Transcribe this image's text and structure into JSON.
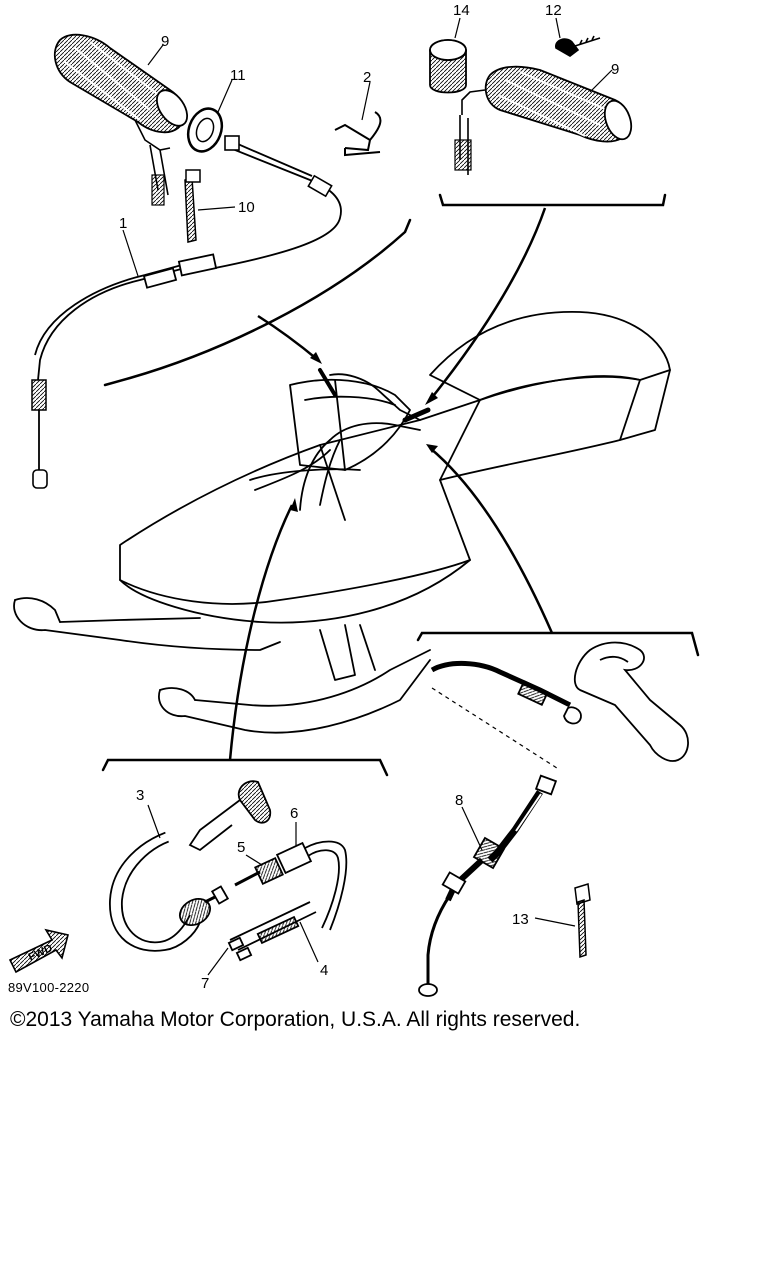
{
  "diagram": {
    "callouts": {
      "grip_left": "9",
      "washer": "11",
      "clip": "2",
      "switch_wire_left": "10",
      "cable_main": "1",
      "end_cap": "14",
      "screw": "12",
      "grip_right": "9",
      "cable_starter": "3",
      "cable_six": "6",
      "cable_five": "5",
      "cable_seven": "7",
      "cable_four": "4",
      "cable_eight": "8",
      "band": "13"
    },
    "fwd_label": "FWD",
    "drawing_code": "89V100-2220"
  },
  "footer": {
    "copyright": "©2013 Yamaha Motor Corporation, U.S.A. All rights reserved."
  }
}
